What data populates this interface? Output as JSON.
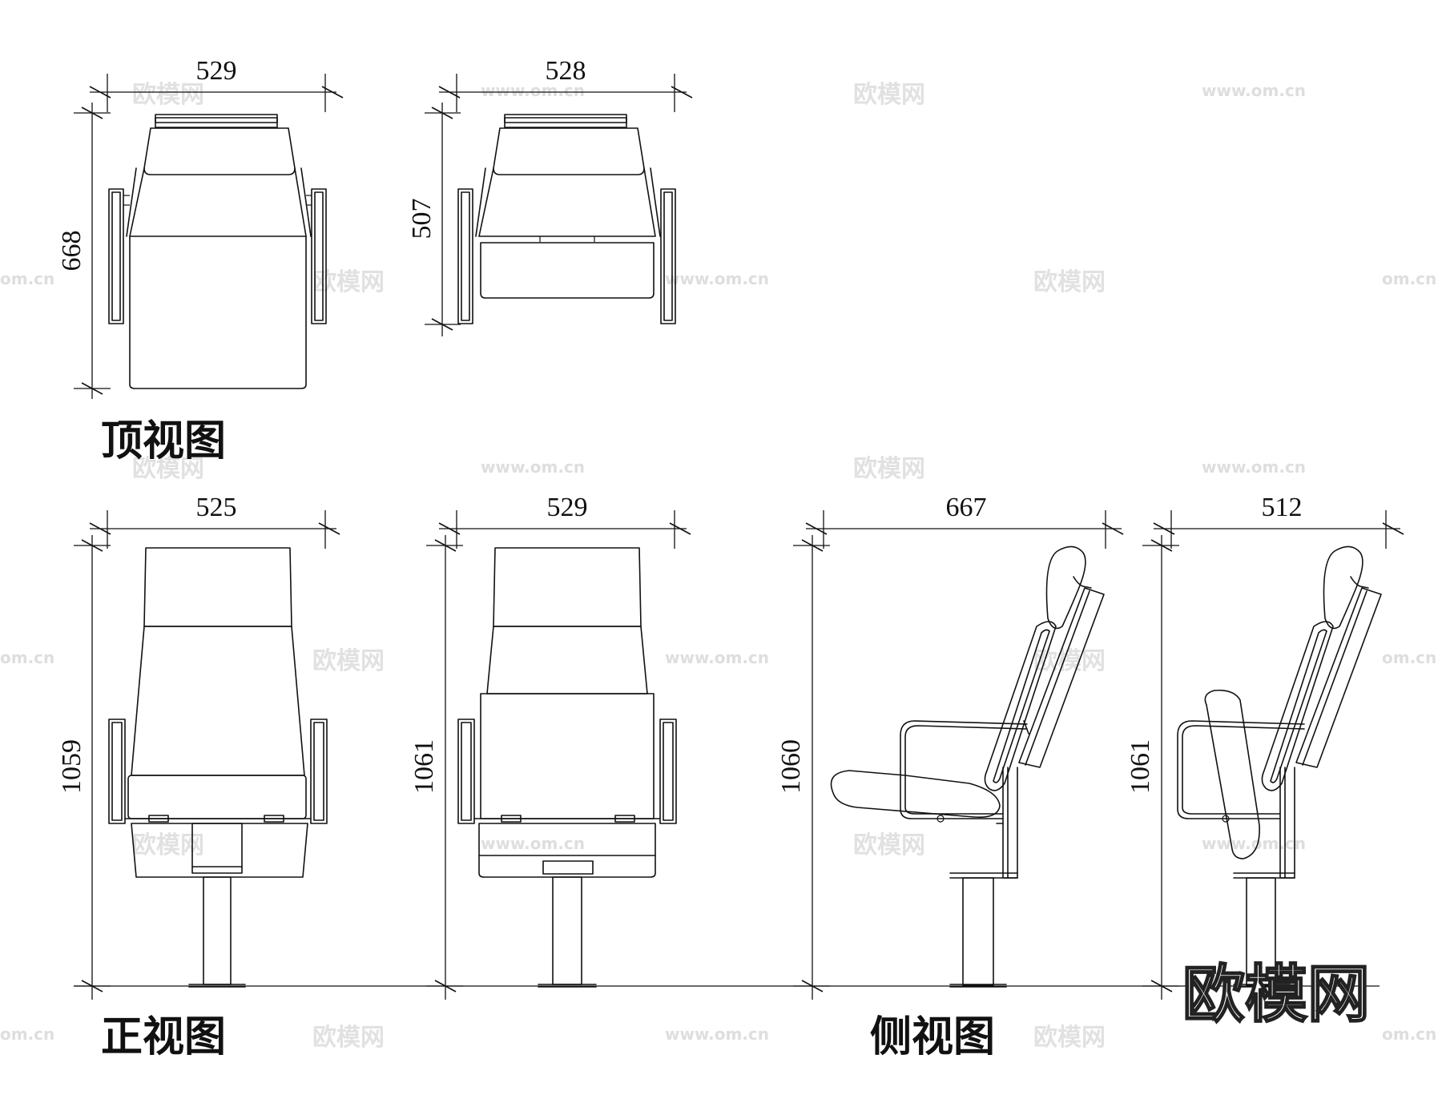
{
  "labels": {
    "top_view": "顶视图",
    "front_view": "正视图",
    "side_view": "侧视图"
  },
  "dimensions": {
    "top_view_1_width": "529",
    "top_view_1_depth": "668",
    "top_view_2_width": "528",
    "top_view_2_depth": "507",
    "front_view_1_width": "525",
    "front_view_1_height": "1059",
    "front_view_2_width": "529",
    "front_view_2_height": "1061",
    "side_view_1_depth": "667",
    "side_view_1_height": "1060",
    "side_view_2_depth": "512",
    "side_view_2_height": "1061"
  },
  "watermark": {
    "text": "欧模网",
    "url": "www.om.cn",
    "url_left": "om.cn"
  },
  "colors": {
    "line": "#111111",
    "background": "#ffffff",
    "watermark": "#c9c9c9"
  }
}
